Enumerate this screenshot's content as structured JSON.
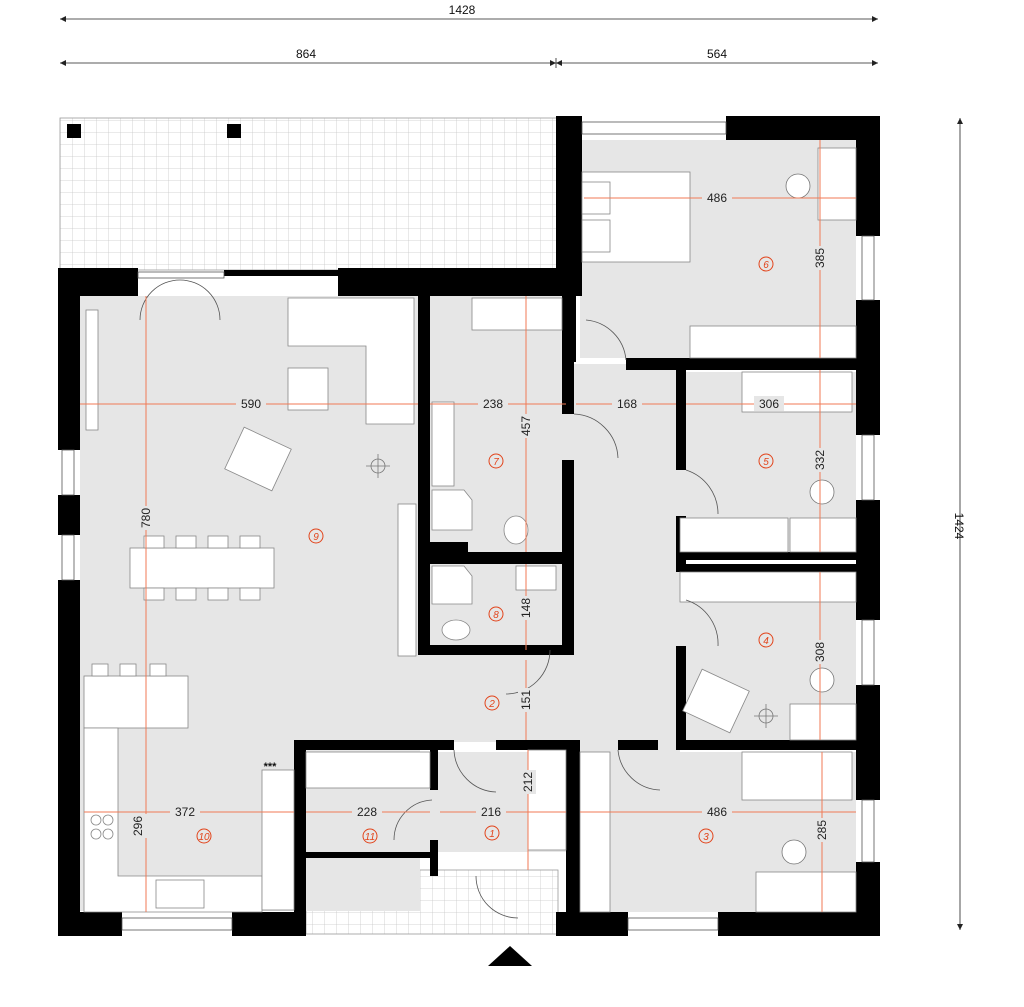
{
  "overall": {
    "width_label": "1428",
    "left_width_label": "864",
    "right_width_label": "564",
    "height_label": "1424"
  },
  "rooms": [
    {
      "num": "6",
      "dim_w": "486",
      "dim_h": "385"
    },
    {
      "num": "5",
      "dim_w": "306",
      "dim_h": "332"
    },
    {
      "num": "4",
      "dim_h": "308"
    },
    {
      "num": "3",
      "dim_w": "486",
      "dim_h": "285"
    },
    {
      "num": "7",
      "dim_w": "238",
      "dim_h": "457"
    },
    {
      "num": "8",
      "dim_h": "148"
    },
    {
      "num": "9",
      "dim_w": "590",
      "dim_h": "780"
    },
    {
      "num": "2",
      "dim_w": "168",
      "dim_h": "151"
    },
    {
      "num": "1",
      "dim_w": "216",
      "dim_h": "212"
    },
    {
      "num": "11",
      "dim_w": "228"
    },
    {
      "num": "10",
      "dim_w": "372",
      "dim_h": "296"
    }
  ],
  "kitchen_mark": "***",
  "colors": {
    "wall": "#000000",
    "floor": "#e6e6e6",
    "dimension": "#f07a55",
    "room_number": "#e2441b",
    "terrace_grid": "#c8c8c8"
  }
}
